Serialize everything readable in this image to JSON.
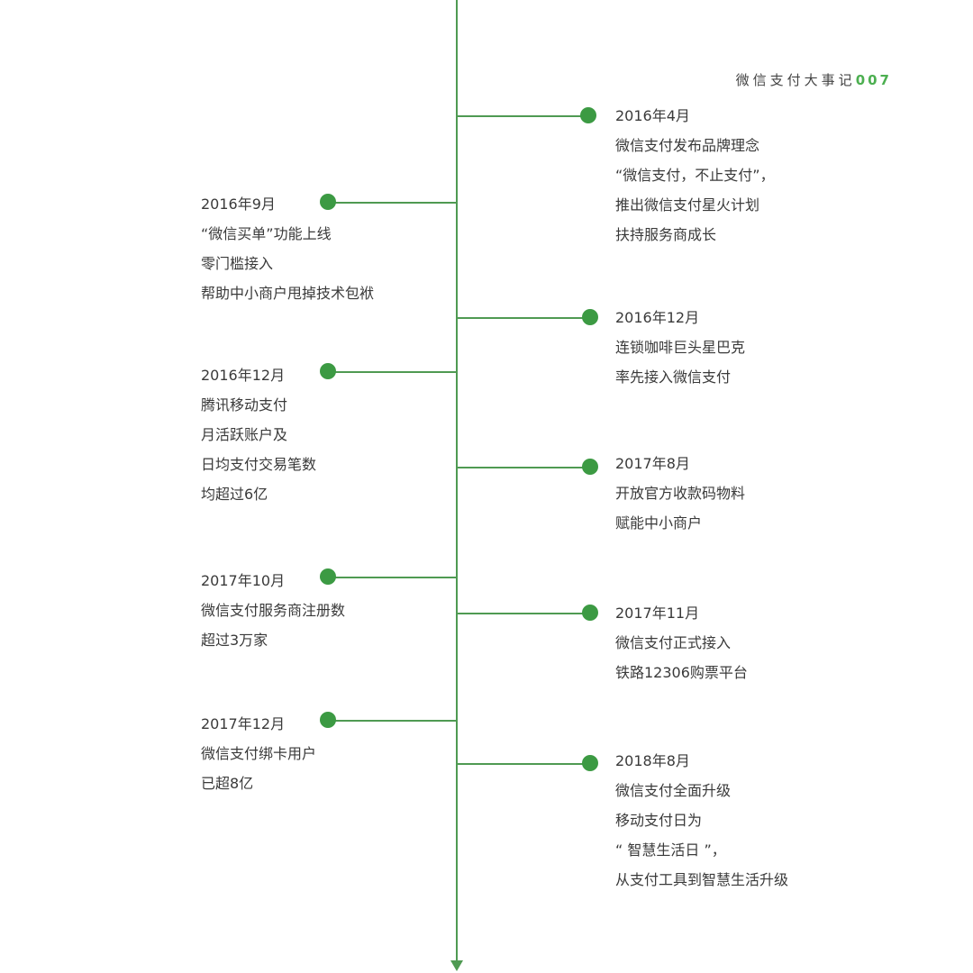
{
  "header": {
    "label": "微信支付大事记",
    "number": "007"
  },
  "colors": {
    "accent": "#3c9a43",
    "line": "#4f9a52",
    "text": "#3a3a3a"
  },
  "events": [
    {
      "side": "right",
      "date": "2016年4月",
      "lines": [
        "微信支付发布品牌理念",
        "“微信支付，不止支付”，",
        "推出微信支付星火计划",
        "扶持服务商成长"
      ]
    },
    {
      "side": "left",
      "date": "2016年9月",
      "lines": [
        "“微信买单”功能上线",
        "零门槛接入",
        "帮助中小商户甩掉技术包袱"
      ]
    },
    {
      "side": "right",
      "date": "2016年12月",
      "lines": [
        "连锁咖啡巨头星巴克",
        "率先接入微信支付"
      ]
    },
    {
      "side": "left",
      "date": "2016年12月",
      "lines": [
        "腾讯移动支付",
        "月活跃账户及",
        "日均支付交易笔数",
        "均超过6亿"
      ]
    },
    {
      "side": "right",
      "date": "2017年8月",
      "lines": [
        "开放官方收款码物料",
        "赋能中小商户"
      ]
    },
    {
      "side": "left",
      "date": "2017年10月",
      "lines": [
        "微信支付服务商注册数",
        "超过3万家"
      ]
    },
    {
      "side": "right",
      "date": "2017年11月",
      "lines": [
        "微信支付正式接入",
        "铁路12306购票平台"
      ]
    },
    {
      "side": "left",
      "date": "2017年12月",
      "lines": [
        "微信支付绑卡用户",
        "已超8亿"
      ]
    },
    {
      "side": "right",
      "date": "2018年8月",
      "lines": [
        "微信支付全面升级",
        "移动支付日为",
        "“ 智慧生活日 ”，",
        "从支付工具到智慧生活升级"
      ]
    }
  ]
}
